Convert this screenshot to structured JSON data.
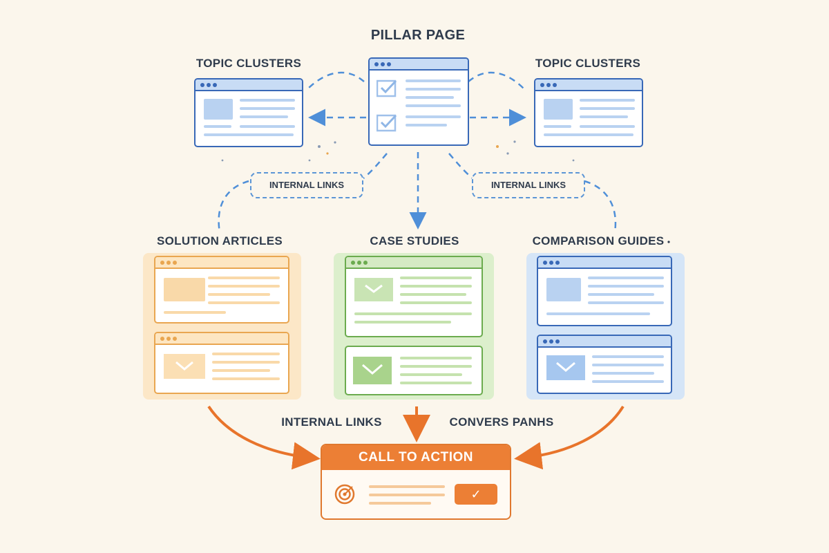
{
  "diagram": {
    "pillar_title": "PILLAR PAGE",
    "topic_left": "TOPIC CLUSTERS",
    "topic_right": "TOPIC CLUSTERS",
    "internal_links_left": "INTERNAL LINKS",
    "internal_links_right": "INTERNAL LINKS",
    "solution_articles": "SOLUTION ARTICLES",
    "case_studies": "CASE STUDIES",
    "comparison_guides": "COMPARISON GUIDES",
    "internal_links_bottom": "INTERNAL LINKS",
    "convers_paths": "CONVERS PANHS",
    "cta_title": "CALL TO ACTION",
    "cta_check": "✓"
  },
  "colors": {
    "blue": "#3868b7",
    "orange": "#e9a650",
    "green": "#6bab4e",
    "cta": "#ec7f35",
    "link_dash": "#5b95d6"
  }
}
